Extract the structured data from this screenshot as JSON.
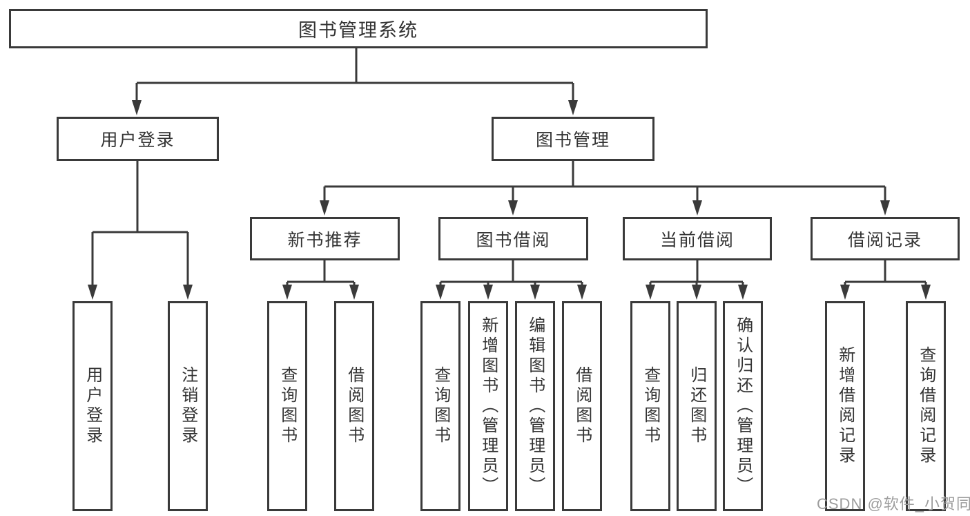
{
  "diagram": {
    "root": {
      "label": "图书管理系统"
    },
    "branches": [
      {
        "label": "用户登录",
        "children": [
          {
            "label": "用户登录"
          },
          {
            "label": "注销登录"
          }
        ]
      },
      {
        "label": "图书管理",
        "children": [
          {
            "label": "新书推荐",
            "children": [
              {
                "label": "查询图书"
              },
              {
                "label": "借阅图书"
              }
            ]
          },
          {
            "label": "图书借阅",
            "children": [
              {
                "label": "查询图书"
              },
              {
                "label": "新增图书（管理员）"
              },
              {
                "label": "编辑图书（管理员）"
              },
              {
                "label": "借阅图书"
              }
            ]
          },
          {
            "label": "当前借阅",
            "children": [
              {
                "label": "查询图书"
              },
              {
                "label": "归还图书"
              },
              {
                "label": "确认归还（管理员）"
              }
            ]
          },
          {
            "label": "借阅记录",
            "children": [
              {
                "label": "新增借阅记录"
              },
              {
                "label": "查询借阅记录"
              }
            ]
          }
        ]
      }
    ],
    "colors": {
      "line": "#3a3a3a",
      "text": "#333333",
      "background": "#ffffff",
      "watermark": "#9c9c9c"
    }
  },
  "watermark": {
    "text": "CSDN @软件_小贺同学"
  }
}
